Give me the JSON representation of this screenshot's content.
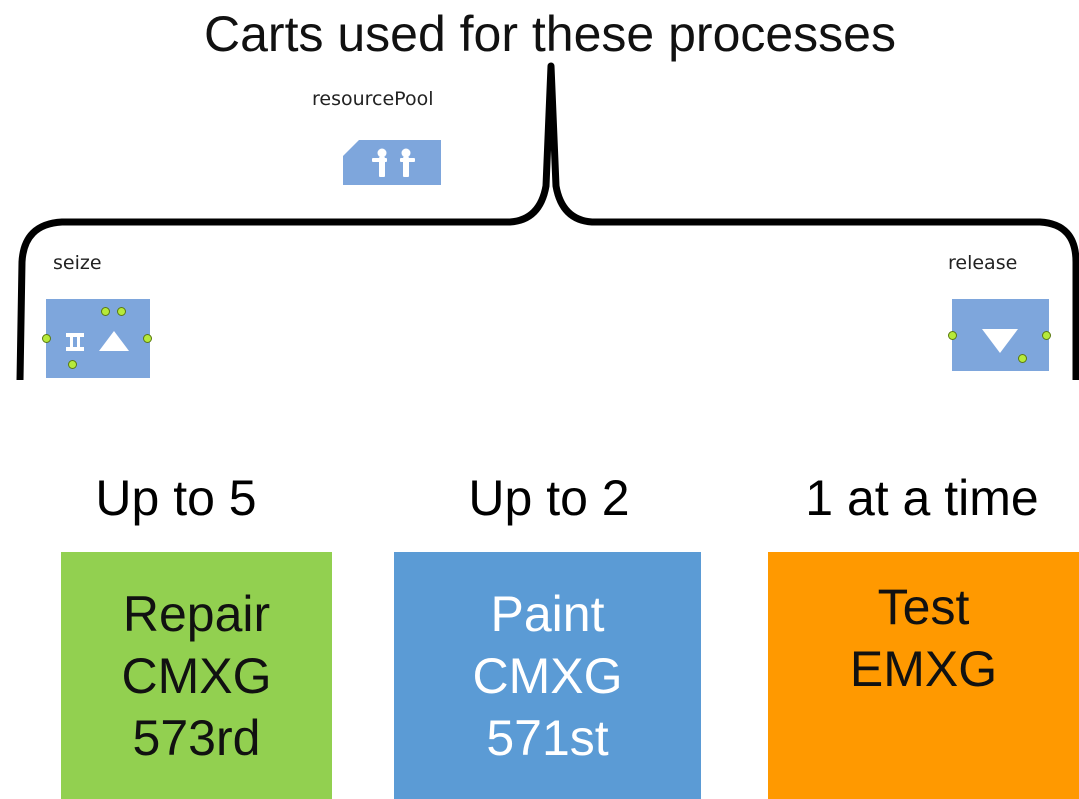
{
  "title": "Carts used for these processes",
  "resource_pool": {
    "label": "resourcePool"
  },
  "seize": {
    "label": "seize"
  },
  "release": {
    "label": "release"
  },
  "capacities": [
    "Up to 5",
    "Up to 2",
    "1 at a time"
  ],
  "stations": [
    {
      "line1": "Repair",
      "line2": "CMXG",
      "line3": "573rd",
      "color": "#92d050",
      "text_color": "#111111"
    },
    {
      "line1": "Paint",
      "line2": "CMXG",
      "line3": "571st",
      "color": "#5b9bd5",
      "text_color": "#ffffff"
    },
    {
      "line1": "Test",
      "line2": "EMXG",
      "line3": "",
      "color": "#ff9900",
      "text_color": "#111111"
    }
  ],
  "colors": {
    "block": "#7ea6dc",
    "port": "#b6ea3a"
  }
}
